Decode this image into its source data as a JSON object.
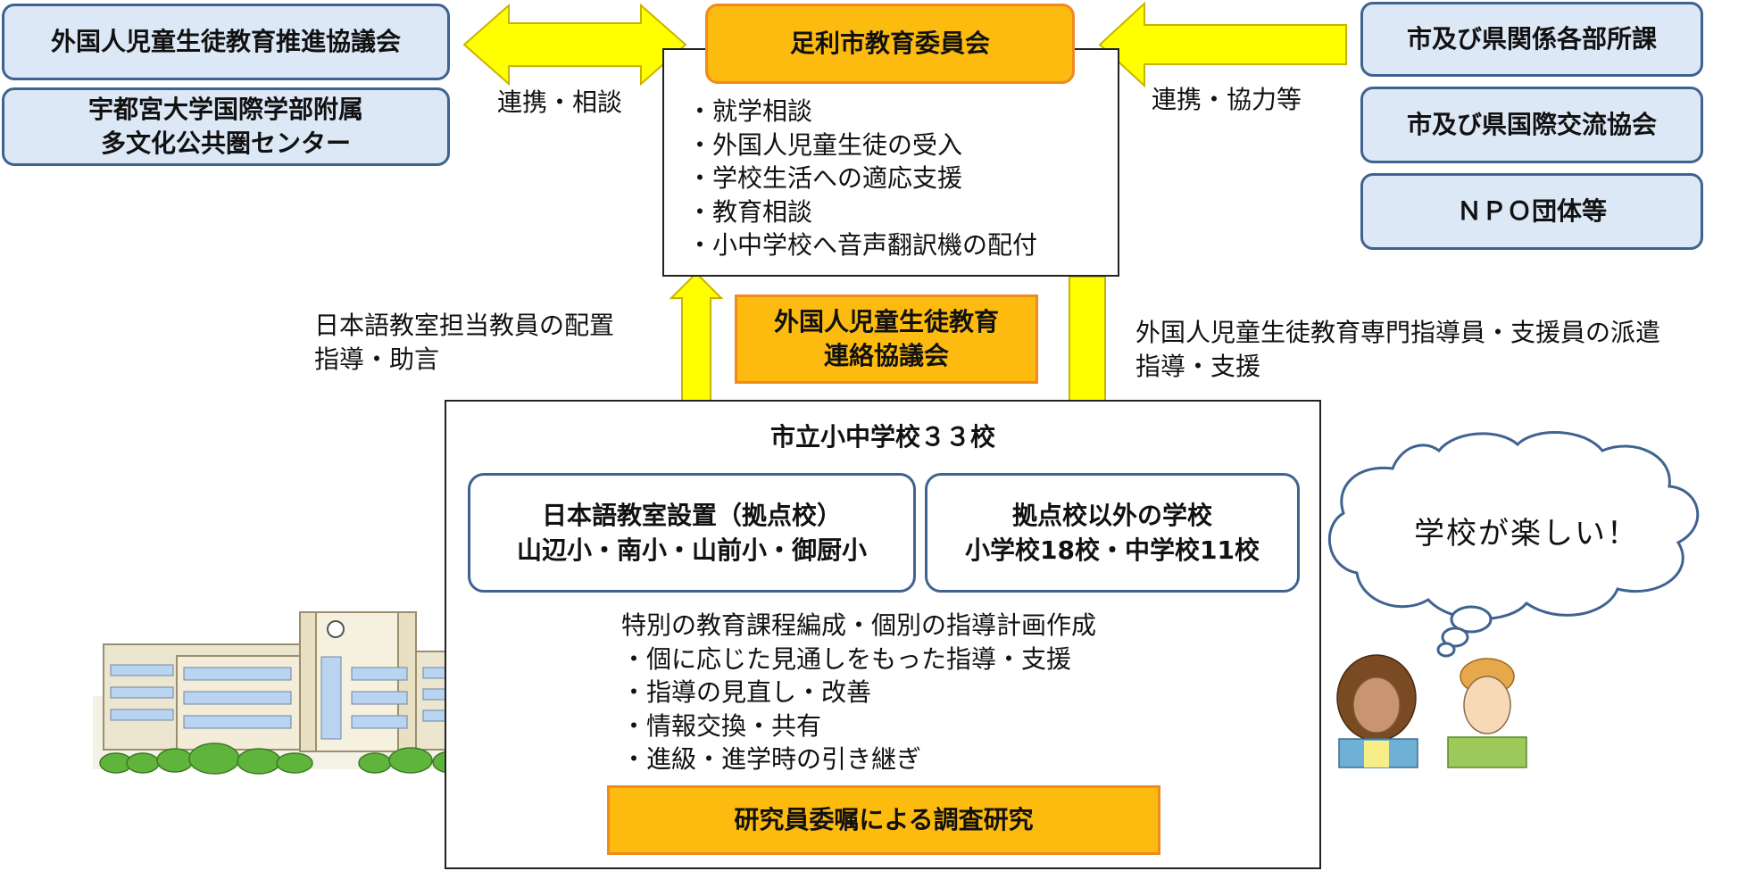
{
  "left_orgs": {
    "org1": "外国人児童生徒教育推進協議会",
    "org2_line1": "宇都宮大学国際学部附属",
    "org2_line2": "多文化公共圏センター"
  },
  "right_orgs": [
    "市及び県関係各部所課",
    "市及び県国際交流協会",
    "ＮＰＯ団体等"
  ],
  "board": {
    "title": "足利市教育委員会",
    "items": [
      "・就学相談",
      "・外国人児童生徒の受入",
      "・学校生活への適応支援",
      "・教育相談",
      "・小中学校へ音声翻訳機の配付"
    ]
  },
  "labels": {
    "left_link": "連携・相談",
    "right_link": "連携・協力等",
    "down_left_1": "日本語教室担当教員の配置",
    "down_left_2": "指導・助言",
    "down_right_1": "外国人児童生徒教育専門指導員・支援員の派遣",
    "down_right_2": "指導・支援"
  },
  "council": {
    "line1": "外国人児童生徒教育",
    "line2": "連絡協議会"
  },
  "schools": {
    "title": "市立小中学校３３校",
    "base": {
      "line1": "日本語教室設置（拠点校）",
      "line2": "山辺小・南小・山前小・御厨小"
    },
    "other": {
      "line1": "拠点校以外の学校",
      "line2": "小学校18校・中学校11校"
    },
    "curriculum_head": "特別の教育課程編成・個別の指導計画作成",
    "curriculum_items": [
      "・個に応じた見通しをもった指導・支援",
      "・指導の見直し・改善",
      "・情報交換・共有",
      "・進級・進学時の引き継ぎ"
    ],
    "research": "研究員委嘱による調査研究"
  },
  "speech": "学校が楽しい！",
  "colors": {
    "arrow_fill": "#ffff00",
    "arrow_stroke": "#c8b400",
    "orange": "#fdbb10",
    "blue_fill": "#dce8f5",
    "blue_stroke": "#3f6390"
  }
}
